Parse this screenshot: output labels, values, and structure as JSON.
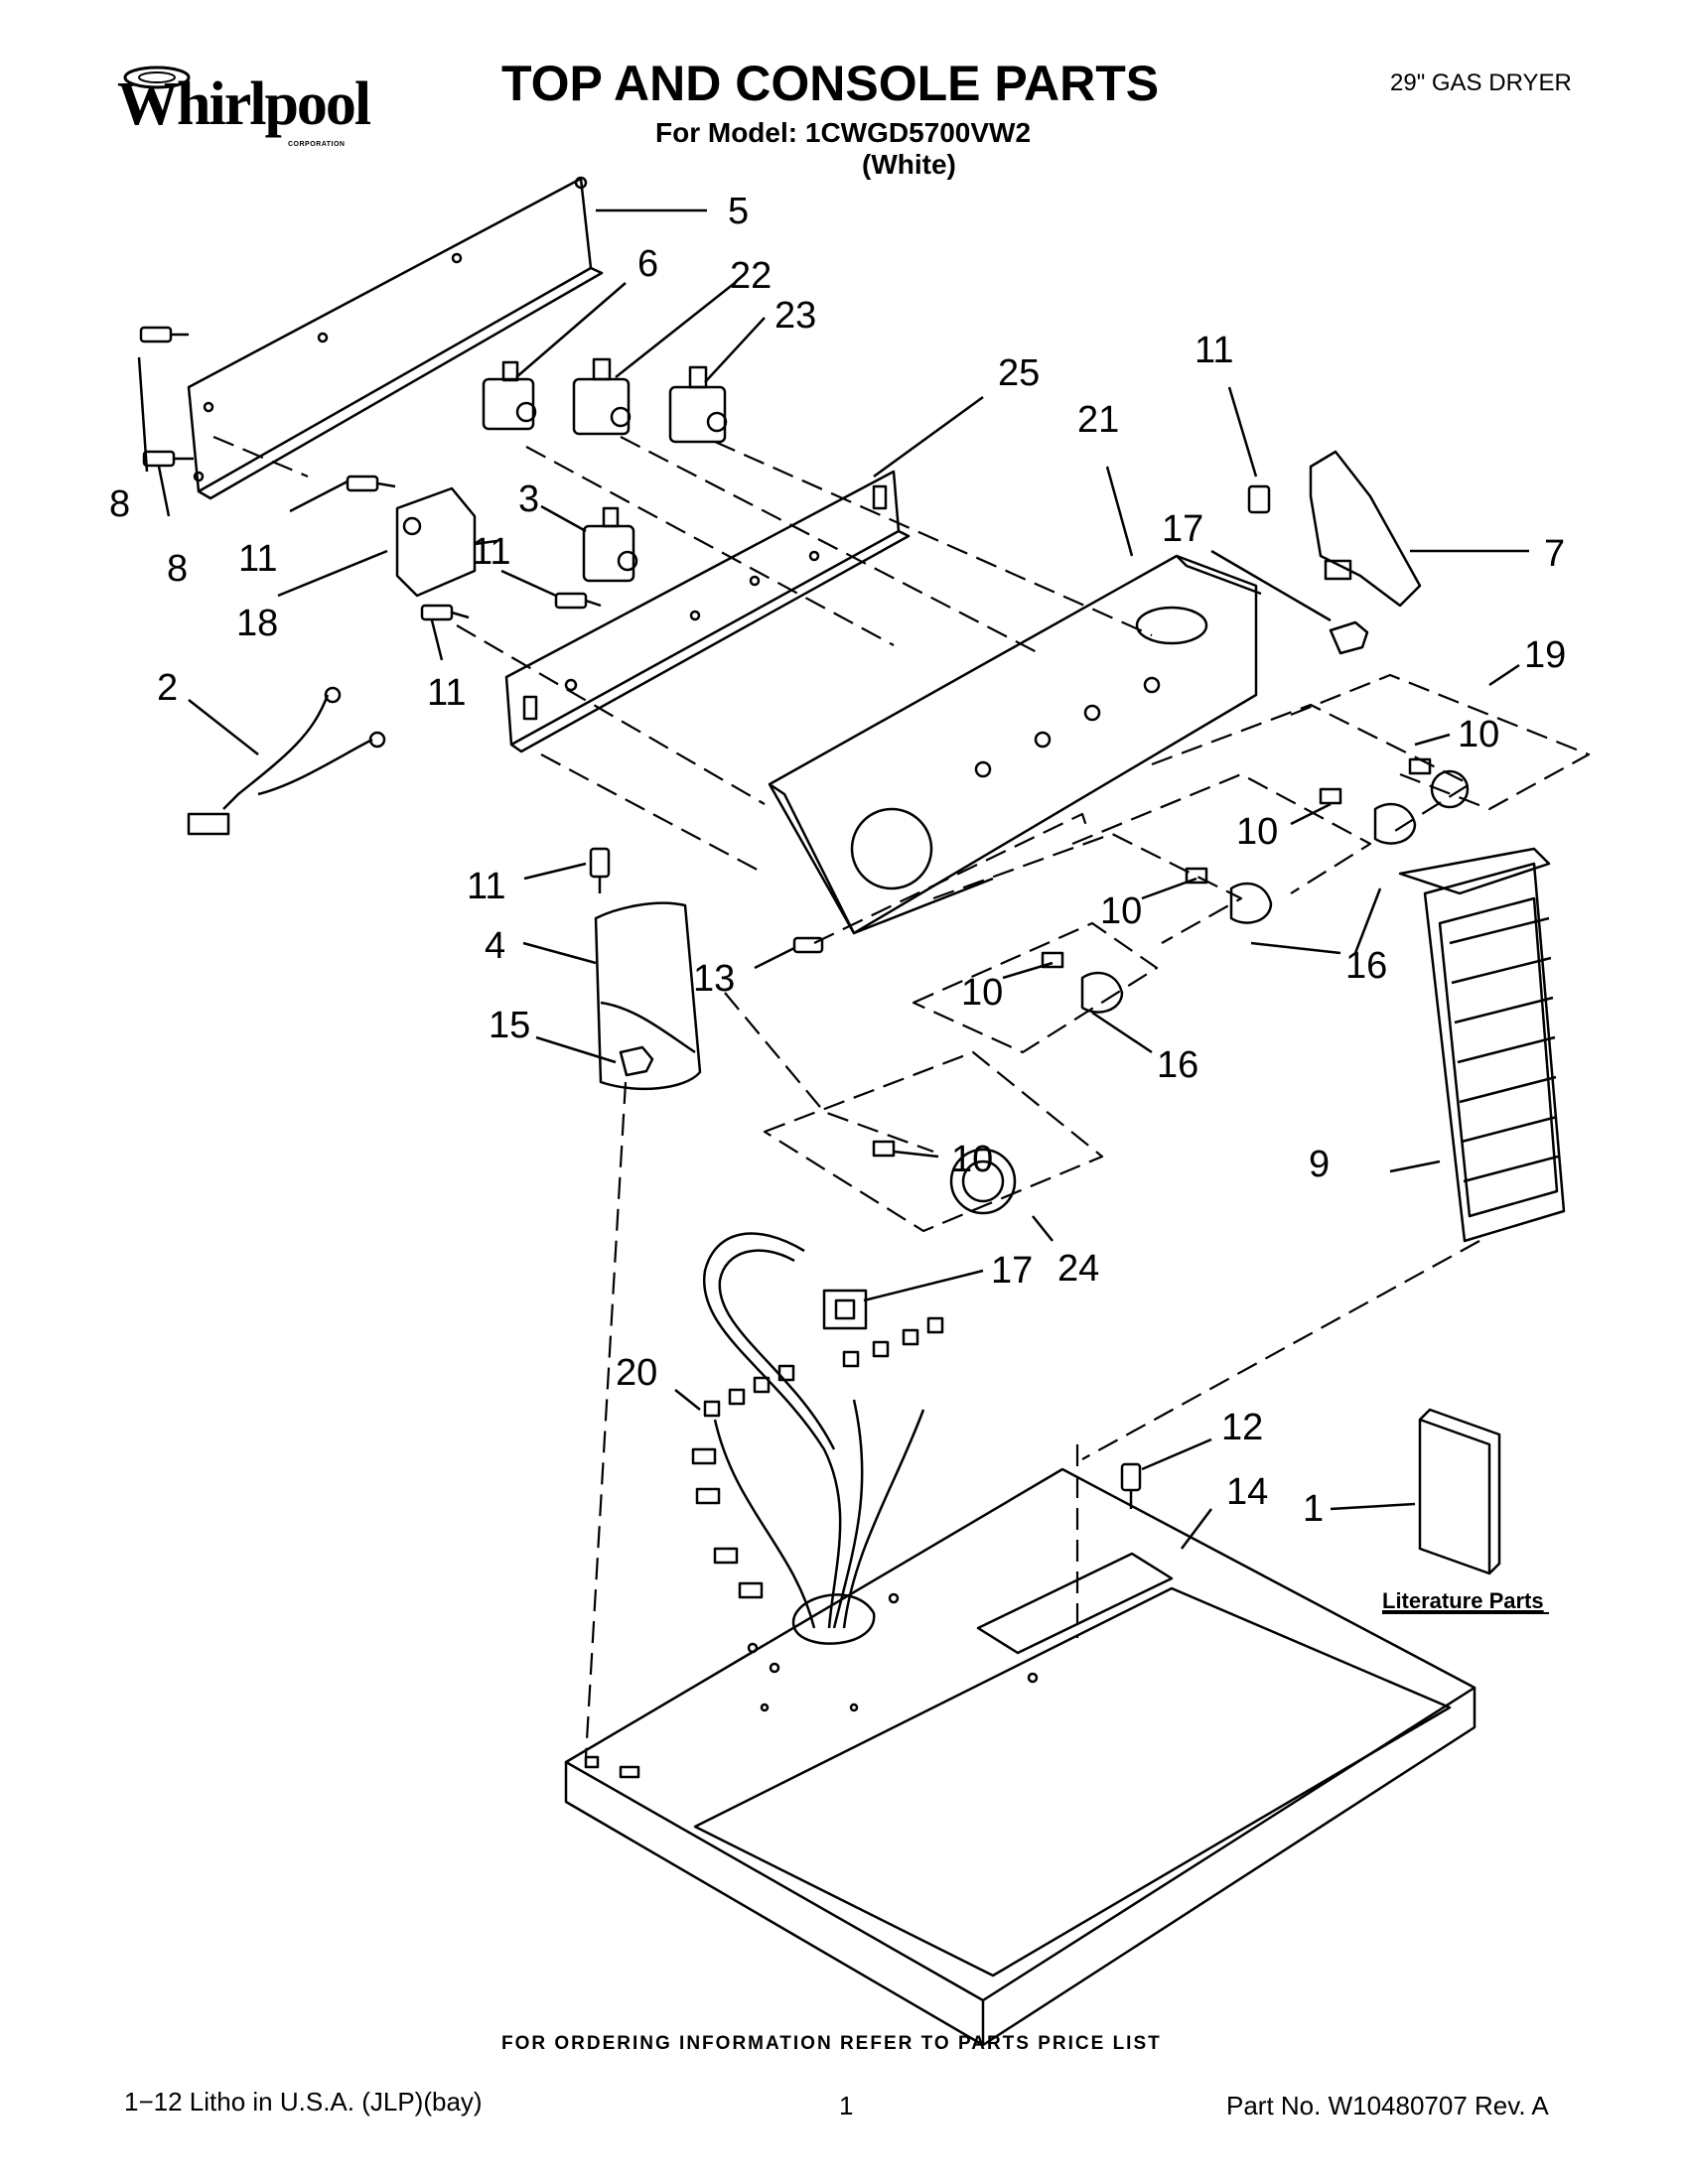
{
  "header": {
    "brand": "Whirlpool",
    "brand_sub": "CORPORATION",
    "title": "TOP AND CONSOLE PARTS",
    "model_line": "For Model: 1CWGD5700VW2",
    "color_line": "(White)",
    "product_type": "29\" GAS DRYER"
  },
  "diagram": {
    "callouts": [
      "5",
      "6",
      "22",
      "23",
      "25",
      "11",
      "21",
      "17",
      "7",
      "8",
      "8",
      "11",
      "3",
      "11",
      "18",
      "11",
      "2",
      "19",
      "10",
      "10",
      "10",
      "10",
      "11",
      "4",
      "13",
      "15",
      "16",
      "16",
      "10",
      "24",
      "17",
      "9",
      "20",
      "12",
      "14",
      "1"
    ],
    "literature_label": "Literature Parts"
  },
  "footer": {
    "ordering_note": "FOR ORDERING INFORMATION REFER TO PARTS PRICE LIST",
    "litho": "1−12 Litho in U.S.A. (JLP)(bay)",
    "page_number": "1",
    "part_number": "Part No. W10480707 Rev. A"
  }
}
